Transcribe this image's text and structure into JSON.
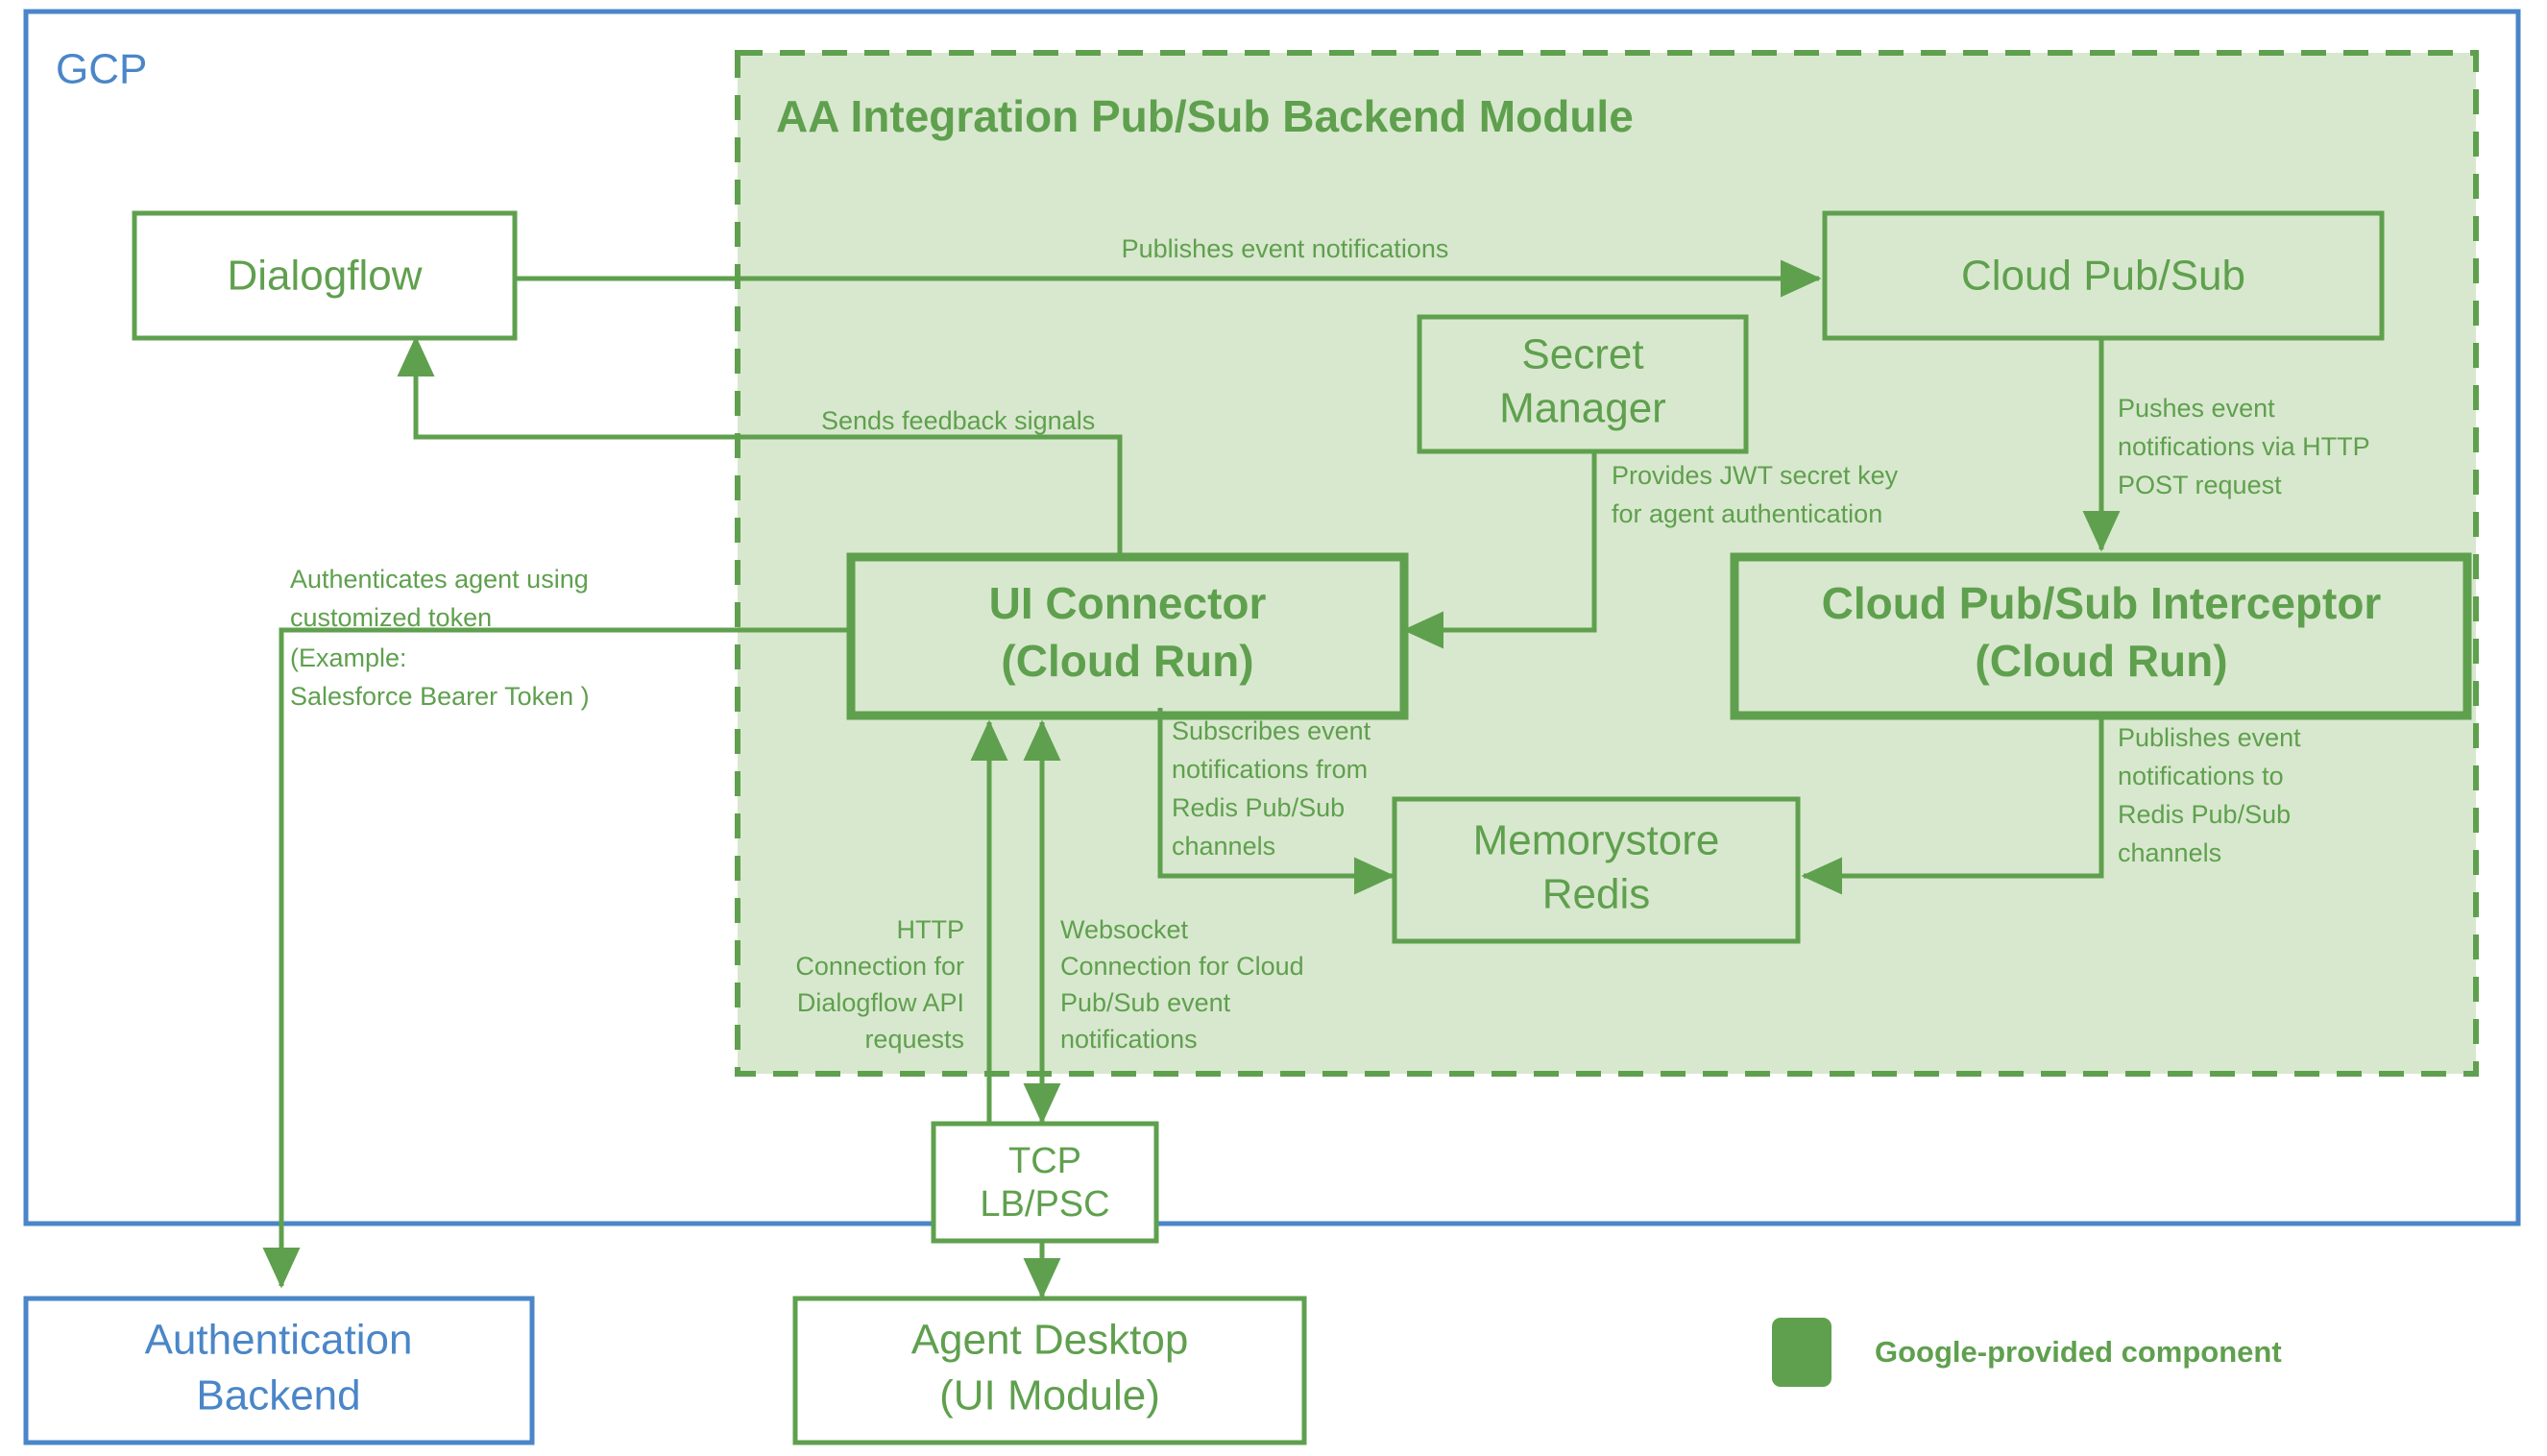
{
  "zone": {
    "name": "GCP",
    "border_color": "#4A86C8"
  },
  "module": {
    "title": "AA Integration Pub/Sub Backend Module",
    "fill_color": "#D8E8CE",
    "border_color": "#5FA04E",
    "border_style": "dashed"
  },
  "nodes": {
    "dialogflow": {
      "label": "Dialogflow"
    },
    "cloud_pubsub": {
      "label": "Cloud Pub/Sub"
    },
    "secret_manager": {
      "line1": "Secret",
      "line2": "Manager"
    },
    "ui_connector": {
      "line1": "UI Connector",
      "line2": "(Cloud Run)"
    },
    "interceptor": {
      "line1": "Cloud Pub/Sub Interceptor",
      "line2": "(Cloud Run)"
    },
    "memorystore": {
      "line1": "Memorystore",
      "line2": "Redis"
    },
    "tcp_lb": {
      "line1": "TCP",
      "line2": "LB/PSC"
    },
    "agent_desktop": {
      "line1": "Agent Desktop",
      "line2": "(UI Module)"
    },
    "auth_backend": {
      "line1": "Authentication",
      "line2": "Backend"
    }
  },
  "edges": {
    "publishes_event_notifications": "Publishes event notifications",
    "sends_feedback_signals": "Sends feedback signals",
    "provides_jwt": {
      "line1": "Provides JWT secret key",
      "line2": "for agent authentication"
    },
    "pushes_event": {
      "line1": "Pushes event",
      "line2": "notifications via HTTP",
      "line3": "POST request"
    },
    "authenticates_agent": {
      "line1": "Authenticates agent using",
      "line2": "customized token",
      "line3": "(Example:",
      "line4": "Salesforce Bearer Token )"
    },
    "subscribes_event": {
      "line1": "Subscribes event",
      "line2": "notifications from",
      "line3": "Redis Pub/Sub",
      "line4": "channels"
    },
    "publishes_to_redis": {
      "line1": "Publishes event",
      "line2": "notifications to",
      "line3": "Redis Pub/Sub",
      "line4": "channels"
    },
    "http_connection": {
      "line1": "HTTP",
      "line2": "Connection for",
      "line3": "Dialogflow API",
      "line4": "requests"
    },
    "websocket_connection": {
      "line1": "Websocket",
      "line2": "Connection for Cloud",
      "line3": "Pub/Sub event",
      "line4": "notifications"
    }
  },
  "legend": {
    "swatch_color": "#5FA04E",
    "label": "Google-provided component"
  }
}
